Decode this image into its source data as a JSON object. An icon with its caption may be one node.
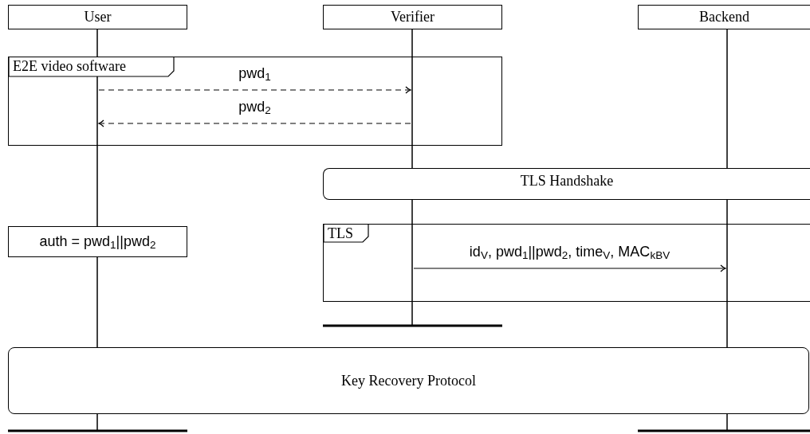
{
  "diagram": {
    "nodes": [
      {
        "text": [
          "User"
        ]
      },
      {
        "text": [
          "Verifier"
        ]
      },
      {
        "text": [
          "Backend"
        ]
      },
      {
        "text": [
          "TLS Handshake"
        ]
      },
      {
        "text": [
          "auth = pwd$_{1}$||pwd$_{2}$"
        ]
      },
      {
        "text": [
          "Key Recovery Protocol"
        ]
      },
      {
        "text": [],
        "shape": "line"
      },
      {
        "text": [],
        "shape": "line"
      },
      {
        "text": [],
        "shape": "line"
      },
      {
        "text": [],
        "shape": "line"
      },
      {
        "text": [],
        "shape": "line"
      }
    ],
    "edges": [
      {
        "from": 6,
        "to": 7,
        "arrow": "to",
        "label": "pwd$_{1}$",
        "style": "dashed"
      },
      {
        "from": 7,
        "to": 6,
        "arrow": "to",
        "label": "pwd$_{2}$",
        "style": "dashed"
      },
      {
        "from": 7,
        "to": 8,
        "arrow": "to",
        "label": "id$_{V}$, pwd$_{1}$||pwd$_{2}$, time$_{V}$, MAC$_{kBV}$"
      }
    ],
    "labels": [
      "E2E video software",
      "TLS"
    ]
  }
}
